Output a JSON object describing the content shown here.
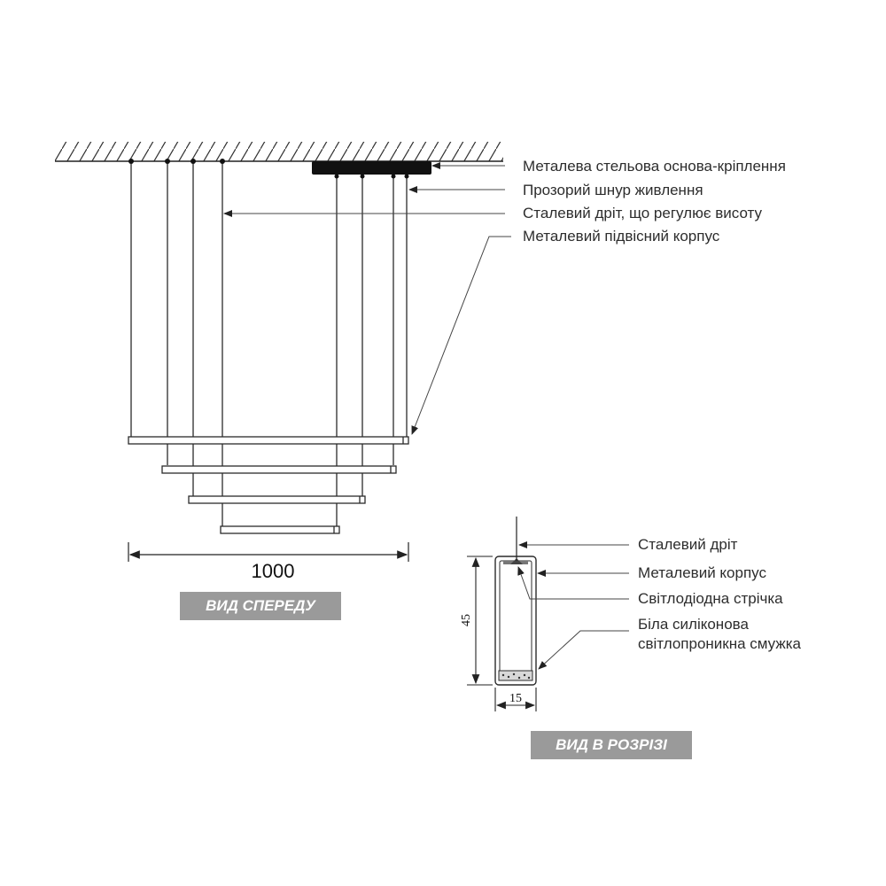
{
  "front_view": {
    "labels": [
      "Металева стельова основа-кріплення",
      "Прозорий шнур живлення",
      "Сталевий дріт, що регулює висоту",
      "Металевий підвісний корпус"
    ],
    "width_dimension": "1000",
    "caption": "ВИД СПЕРЕДУ"
  },
  "section_view": {
    "labels": [
      "Сталевий дріт",
      "Металевий корпус",
      "Світлодіодна стрічка",
      "Біла силіконова",
      "світлопроникна смужка"
    ],
    "height_dimension": "45",
    "width_dimension": "15",
    "caption": "ВИД В РОЗРІЗІ"
  },
  "colors": {
    "line": "#2b2b2b",
    "text": "#2d2d2d",
    "caption_bg": "#9a9a9a",
    "caption_text": "#ffffff"
  }
}
